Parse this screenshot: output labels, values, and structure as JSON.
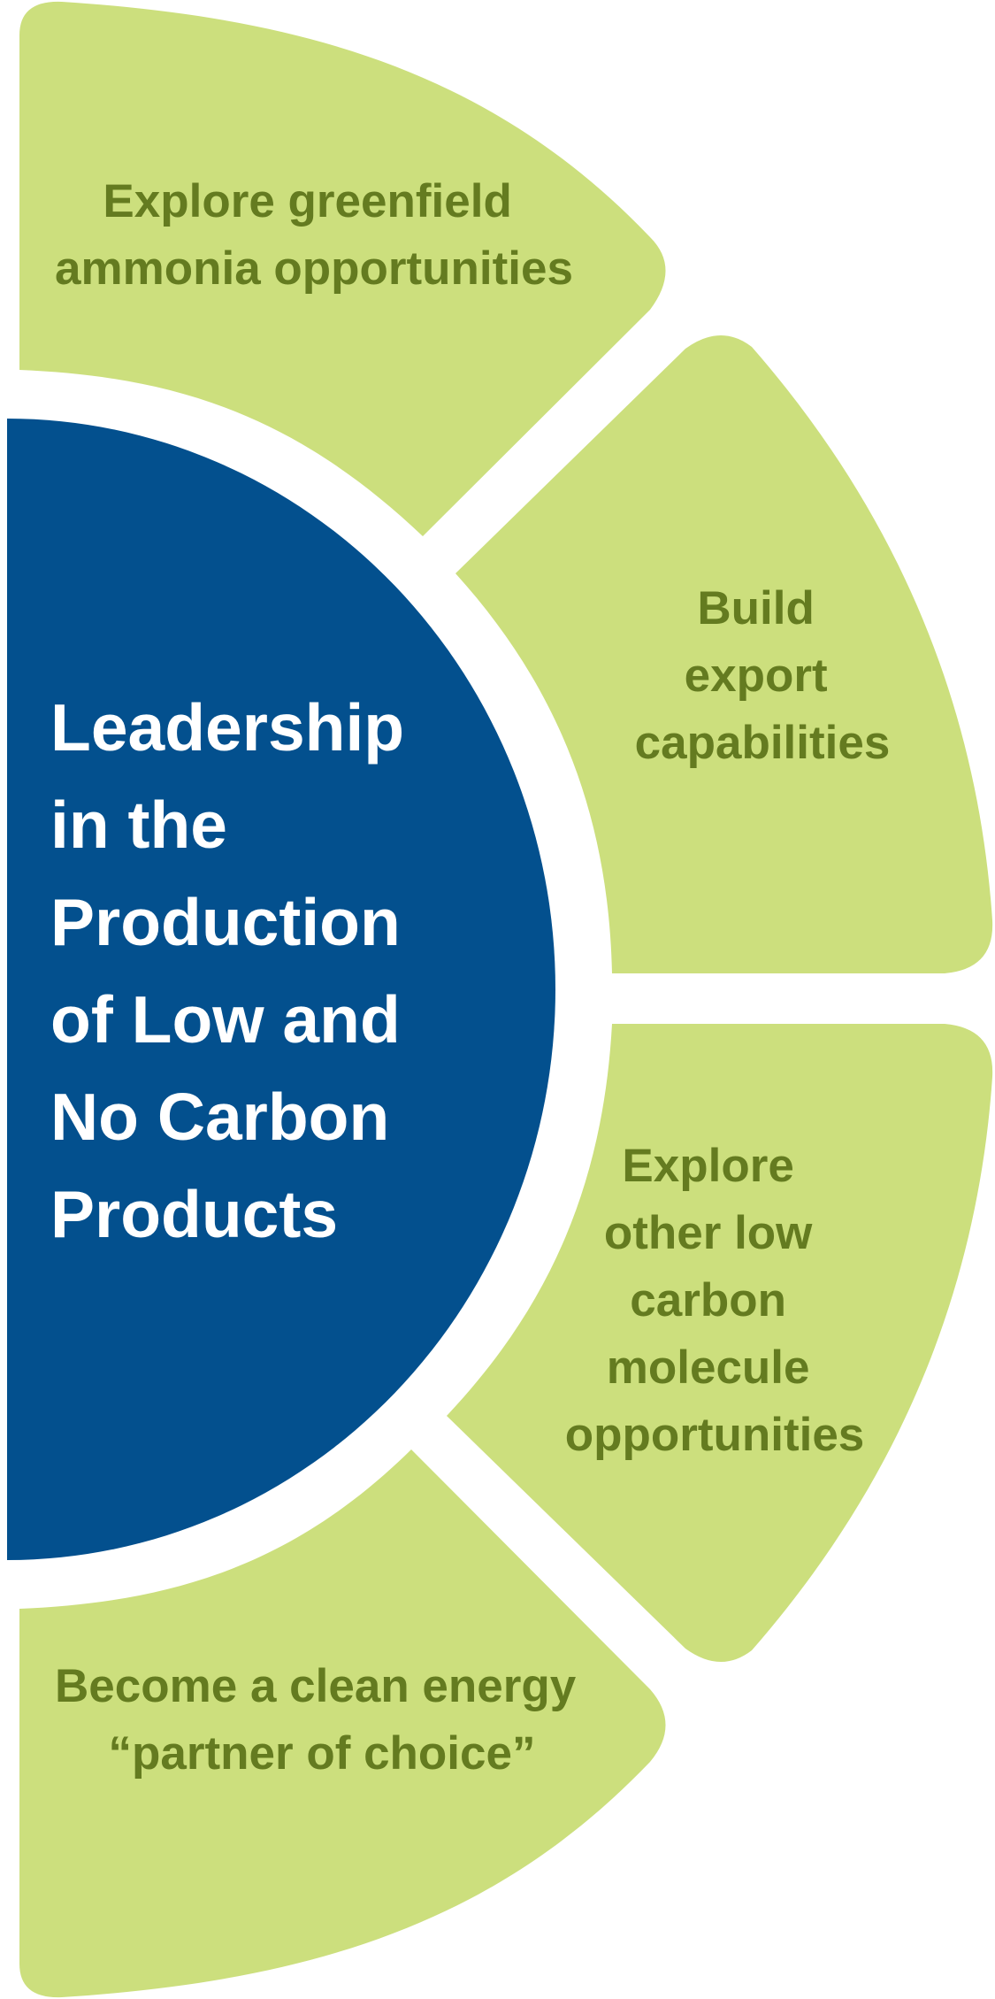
{
  "colors": {
    "core": "#03508e",
    "segment": "#ccdf7d",
    "segment_text": "#647b20",
    "core_text": "#ffffff"
  },
  "core": {
    "lines": [
      "Leadership",
      "in the",
      "Production",
      "of Low and",
      "No Carbon",
      "Products"
    ]
  },
  "segments": [
    {
      "lines": [
        "Explore greenfield",
        "ammonia opportunities"
      ]
    },
    {
      "lines": [
        "Build",
        "export",
        "capabilities"
      ]
    },
    {
      "lines": [
        "Explore",
        "other low",
        "carbon",
        "molecule",
        "opportunities"
      ]
    },
    {
      "lines": [
        "Become a clean energy",
        "“partner of choice”"
      ]
    }
  ]
}
